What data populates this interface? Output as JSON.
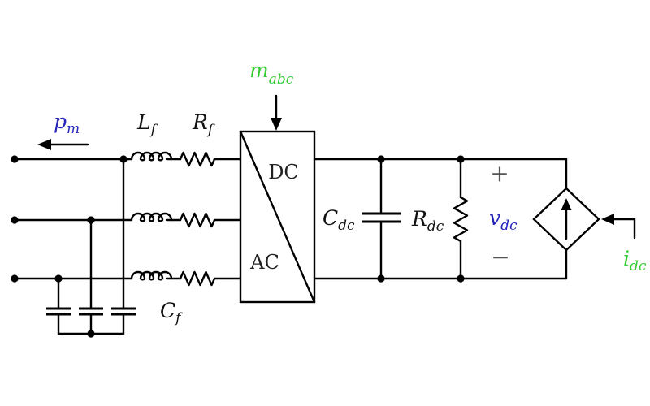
{
  "colors": {
    "wire": "#000000",
    "blue": "#2525bb",
    "green": "#33cc33",
    "label_dark": "#222222",
    "sign_gray": "#555555"
  },
  "labels": {
    "pm": {
      "main": "p",
      "sub": "m"
    },
    "lf": {
      "main": "L",
      "sub": "f"
    },
    "rf": {
      "main": "R",
      "sub": "f"
    },
    "cf": {
      "main": "C",
      "sub": "f"
    },
    "mabc": {
      "main": "m",
      "sub": "abc"
    },
    "converter": {
      "top": "DC",
      "bottom": "AC"
    },
    "cdc": {
      "main": "C",
      "sub": "dc"
    },
    "rdc": {
      "main": "R",
      "sub": "dc"
    },
    "vdc": {
      "main": "v",
      "sub": "dc"
    },
    "idc": {
      "main": "i",
      "sub": "dc"
    },
    "plus": "+",
    "minus": "−"
  }
}
